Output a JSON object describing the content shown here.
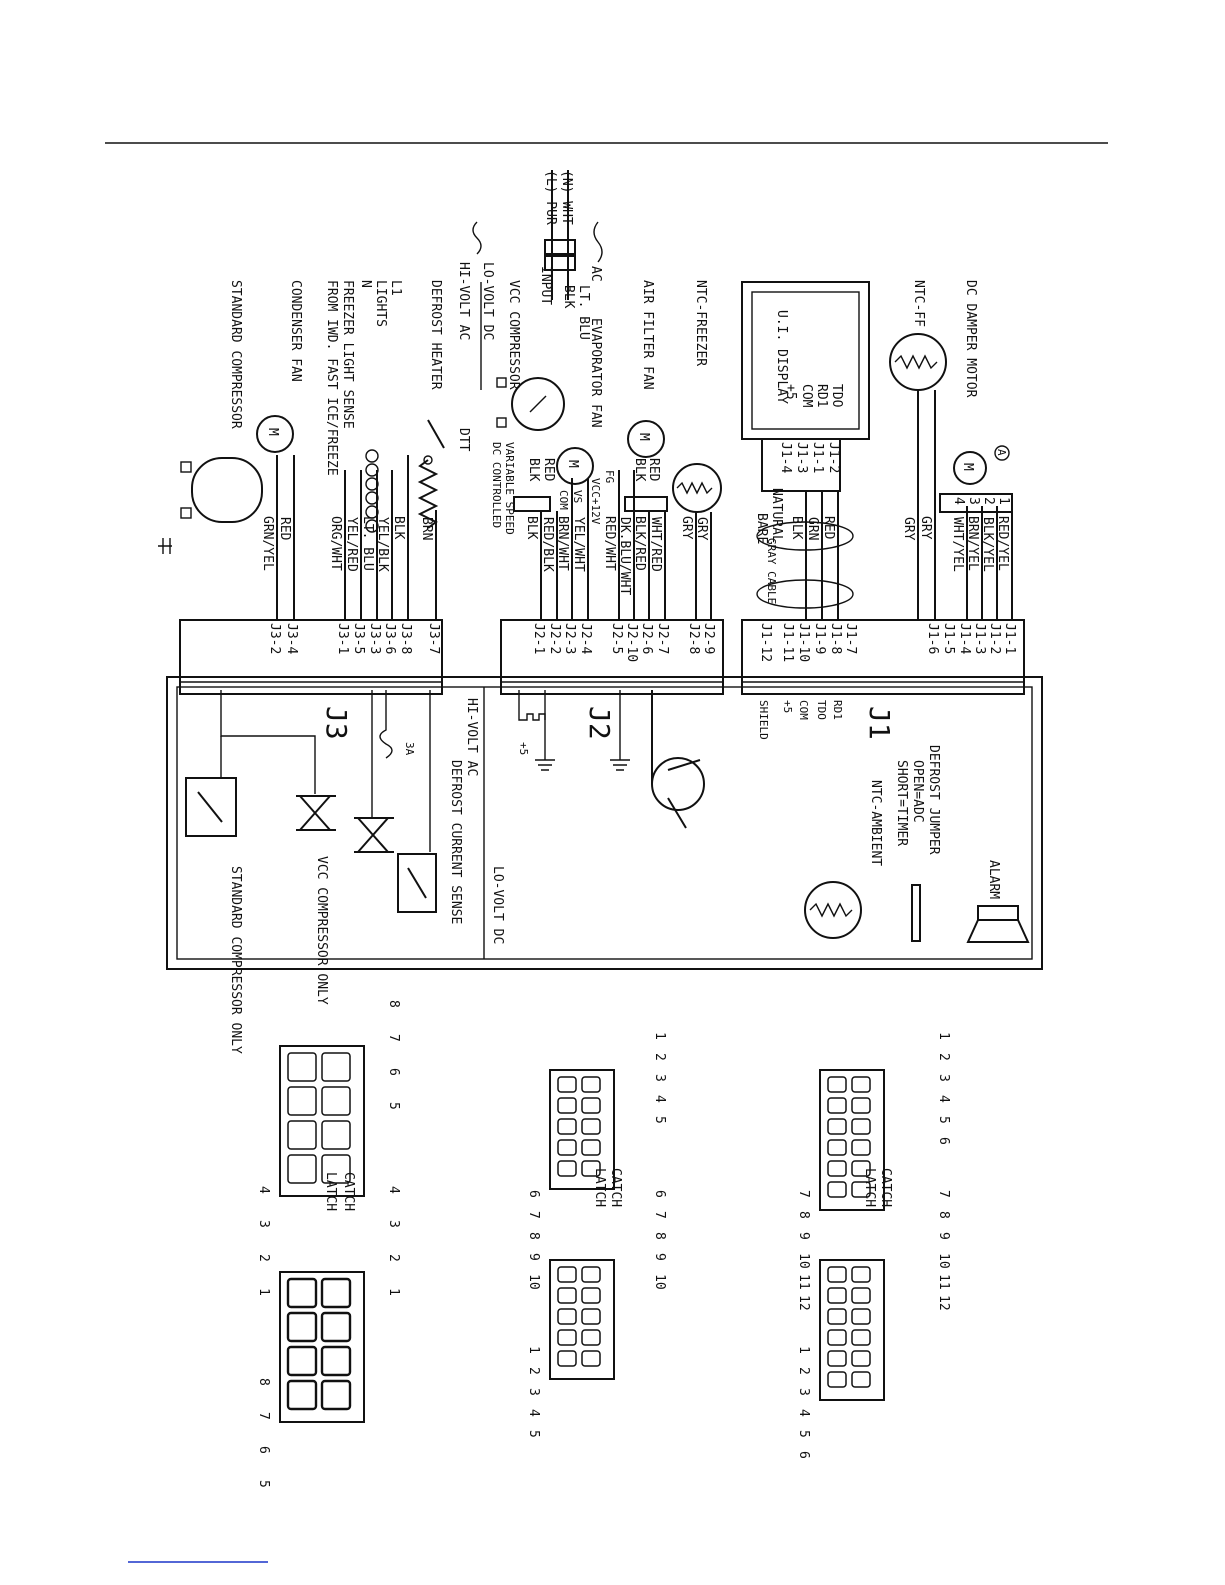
{
  "labels": {
    "supply_n": "(N) WHT",
    "supply_l": "(L) PUR",
    "ac": "AC",
    "input": "INPUT",
    "hi_volt_ac": "HI-VOLT AC",
    "lo_volt_dc": "LO-VOLT DC",
    "dc_damper_motor": "DC DAMPER MOTOR",
    "ntc_ff": "NTC-FF",
    "ui_display": "U.I. DISPLAY",
    "ntc_freezer": "NTC-FREEZER",
    "air_filter_fan": "AIR FILTER FAN",
    "evaporator_fan": "EVAPORATOR FAN",
    "vcc_compressor": "VCC COMPRESSOR",
    "variable_speed": "VARIABLE SPEED",
    "dc_controlled": "DC CONTROLLED",
    "defrost_heater": "DEFROST HEATER",
    "dtt": "DTT",
    "l1": "L1",
    "lights": "LIGHTS",
    "n": "N",
    "freezer_light_sense": "FREEZER LIGHT SENSE",
    "from_iwd": "FROM IWD. FAST ICE/FREEZE",
    "condenser_fan": "CONDENSER FAN",
    "standard_compressor": "STANDARD COMPRESSOR",
    "gray_cable": "GRAY CABLE",
    "bare": "BARE",
    "natural": "NATURAL",
    "j1": "J1",
    "j2": "J2",
    "j3": "J3",
    "alarm": "ALARM",
    "defrost_jumper": "DEFROST JUMPER",
    "open_adc": "OPEN=ADC",
    "short_timer": "SHORT=TIMER",
    "ntc_ambient": "NTC-AMBIENT",
    "defrost_current_sense": "DEFROST CURRENT SENSE",
    "vcc_compressor_only": "VCC COMPRESSOR ONLY",
    "standard_compressor_only": "STANDARD COMPRESSOR ONLY",
    "fuse_3a": "3A",
    "fg": "FG",
    "vcc_12v": "VCC+12V",
    "vs": "VS",
    "com": "COM",
    "motor": "M",
    "ui_tdo": "TDO",
    "ui_rd1": "RD1",
    "ui_com": "COM",
    "ui_plus5": "+5",
    "j1_rd1": "RD1",
    "j1_tdo": "TDO",
    "j1_com": "COM",
    "j1_plus5": "+5",
    "j1_shield": "SHIELD",
    "plus5_small": "+5",
    "marker_a": "A",
    "catch": "CATCH",
    "latch": "LATCH"
  },
  "wire_colors": {
    "supply_blk": "BLK",
    "supply_ltblu": "LT. BLU",
    "damper_1": "RED/YEL",
    "damper_2": "BLK/YEL",
    "damper_3": "BRN/YEL",
    "damper_4": "WHT/YEL",
    "ntc_ff_1": "GRY",
    "ntc_ff_2": "GRY",
    "ui_red": "RED",
    "ui_grn": "GRN",
    "ui_blk": "BLK",
    "ntc_frz_1": "GRY",
    "ntc_frz_2": "GRY",
    "af_red": "RED",
    "af_blk": "BLK",
    "af_out_1": "WHT/RED",
    "af_out_2": "BLK/RED",
    "evap_out_1": "DK.BLU/WHT",
    "evap_out_2": "RED/WHT",
    "evap_out_3": "YEL/WHT",
    "evap_out_4": "BRN/WHT",
    "vcc_red": "RED",
    "vcc_blk": "BLK",
    "vcc_out_1": "RED/BLK",
    "vcc_out_2": "BLK",
    "brn": "BRN",
    "blk": "BLK",
    "yel_blk": "YEL/BLK",
    "lt_blu": "LT. BLU",
    "yel_red": "YEL/RED",
    "org_wht": "ORG/WHT",
    "red": "RED",
    "grn_yel": "GRN/YEL"
  },
  "j1_pins": [
    "J1-1",
    "J1-2",
    "J1-3",
    "J1-4",
    "J1-5",
    "J1-6",
    "J1-7",
    "J1-8",
    "J1-9",
    "J1-10",
    "J1-11",
    "J1-12"
  ],
  "j2_pins": [
    "J2-9",
    "J2-8",
    "J2-7",
    "J2-6",
    "J2-10",
    "J2-5",
    "J2-4",
    "J2-3",
    "J2-2",
    "J2-1"
  ],
  "j3_pins": [
    "J3-7",
    "J3-8",
    "J3-6",
    "J3-3",
    "J3-5",
    "J3-1",
    "J3-4",
    "J3-2"
  ],
  "ui_pins": [
    "J1-2",
    "J1-1",
    "J1-3",
    "J1-4"
  ],
  "damper_pins": [
    "1",
    "2",
    "3",
    "4"
  ],
  "connector_12": {
    "top": [
      "1",
      "2",
      "3",
      "4",
      "5",
      "6"
    ],
    "bottom": [
      "7",
      "8",
      "9",
      "10",
      "11",
      "12"
    ],
    "mating_top": [
      "7",
      "8",
      "9",
      "10",
      "11",
      "12"
    ],
    "mating_bottom": [
      "1",
      "2",
      "3",
      "4",
      "5",
      "6"
    ]
  },
  "connector_10": {
    "top": [
      "1",
      "2",
      "3",
      "4",
      "5"
    ],
    "bottom": [
      "6",
      "7",
      "8",
      "9",
      "10"
    ],
    "mating_top": [
      "6",
      "7",
      "8",
      "9",
      "10"
    ],
    "mating_bottom": [
      "1",
      "2",
      "3",
      "4",
      "5"
    ]
  },
  "connector_8": {
    "top": [
      "8",
      "7",
      "6",
      "5"
    ],
    "bottom": [
      "4",
      "3",
      "2",
      "1"
    ],
    "mating_top": [
      "4",
      "3",
      "2",
      "1"
    ],
    "mating_bottom": [
      "8",
      "7",
      "6",
      "5"
    ]
  }
}
